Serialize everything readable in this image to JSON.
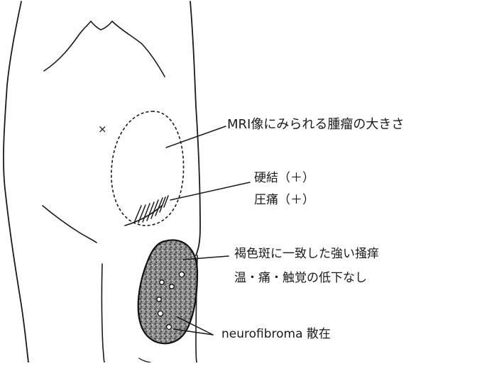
{
  "annotations": {
    "mri_tumor_size": "MRI像にみられる腫瘤の大きさ",
    "induration": "硬結（＋）",
    "tenderness": "圧痛（＋）",
    "pruritus": "褐色斑に一致した強い掻痒",
    "sensation": "温・痛・触覚の低下なし",
    "neurofibroma": "neurofibroma 散在"
  },
  "marker": "×"
}
